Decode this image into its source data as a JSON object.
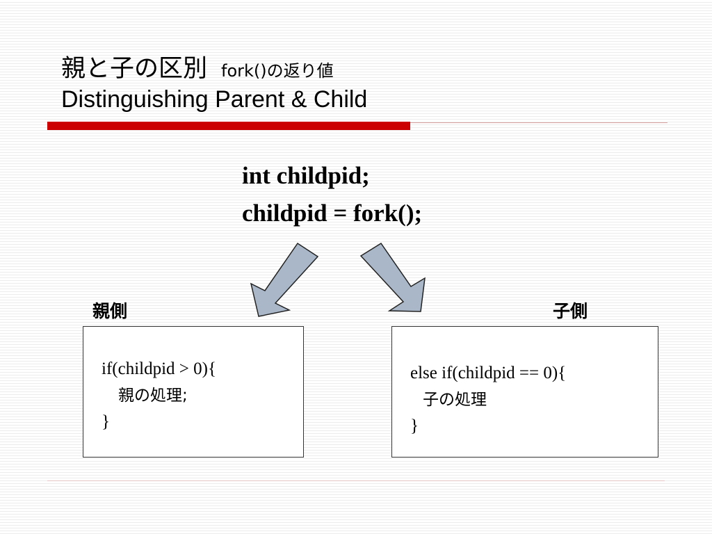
{
  "title": {
    "jp_main": "親と子の区別",
    "jp_sub": "fork()の返り値",
    "en": "Distinguishing Parent & Child"
  },
  "code": {
    "line1": "int childpid;",
    "line2": "childpid = fork();"
  },
  "parent": {
    "label": "親側",
    "line1": "if(childpid > 0){",
    "line2": "親の処理;",
    "line3": "}"
  },
  "child": {
    "label": "子側",
    "line1": "else if(childpid == 0){",
    "line2": "子の処理",
    "line3": "}"
  },
  "colors": {
    "accent_red": "#cc0000",
    "arrow_fill": "#a9b7c9",
    "arrow_stroke": "#222222"
  },
  "icons": {
    "left_arrow": "arrow-down-left-icon",
    "right_arrow": "arrow-down-right-icon"
  }
}
